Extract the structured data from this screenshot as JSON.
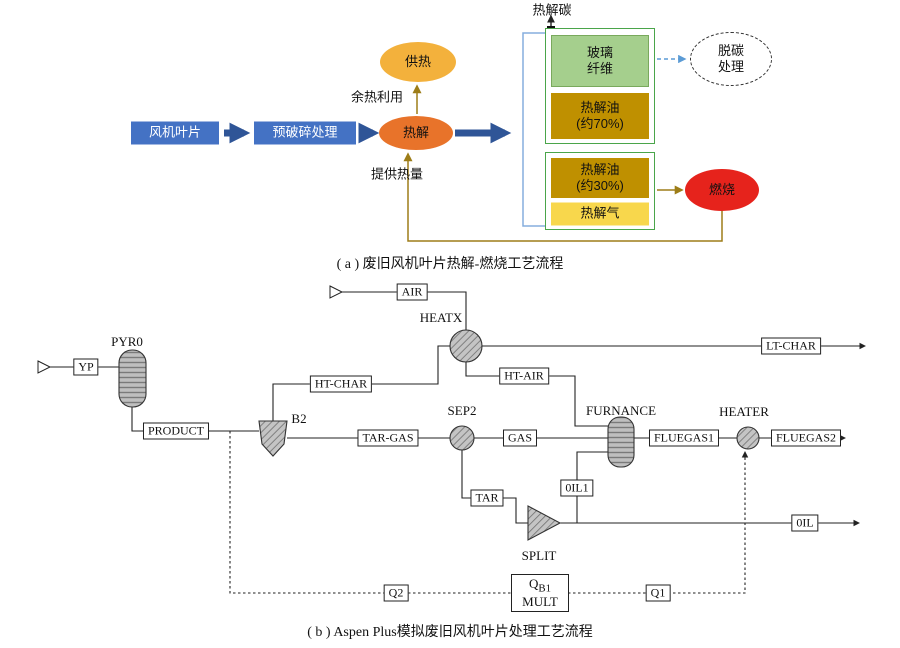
{
  "panel_a": {
    "caption": "( a ) 废旧风机叶片热解-燃烧工艺流程",
    "labels": {
      "pyro_carbon": "热解碳",
      "waste_heat": "余热利用",
      "provide_heat": "提供热量"
    },
    "nodes": {
      "blade": "风机叶片",
      "precrush": "预破碎处理",
      "pyrolysis": "热解",
      "heat_supply": "供热",
      "glass_fiber": "玻璃\n纤维",
      "oil70": "热解油\n(约70%)",
      "oil30": "热解油\n(约30%)",
      "pyro_gas": "热解气",
      "decarb": "脱碳\n处理",
      "combustion": "燃烧"
    },
    "colors": {
      "process_blue": "#4472c4",
      "arrow_blue": "#2f5597",
      "pyrolysis_orange": "#e8732a",
      "heat_gold": "#f3b13c",
      "combustion_red": "#e6231c",
      "oil_dark_yellow": "#bf9000",
      "gas_yellow": "#f8d74c",
      "fiber_green": "#a5cf8d",
      "container_green": "#4aa54a",
      "link_gold": "#9d7d18",
      "bracket_blue": "#85aede",
      "dashed_blue": "#5b9bd5"
    }
  },
  "panel_b": {
    "caption": "( b ) Aspen Plus模拟废旧风机叶片处理工艺流程",
    "blocks": {
      "pyr0": "PYR0",
      "b2": "B2",
      "heatx": "HEATX",
      "sep2": "SEP2",
      "furnance": "FURNANCE",
      "heater": "HEATER",
      "split": "SPLIT",
      "mult_q": "Q",
      "mult_q_sub": "B1",
      "mult": "MULT"
    },
    "streams": {
      "yp": "YP",
      "air": "AIR",
      "product": "PRODUCT",
      "ht_char": "HT-CHAR",
      "lt_char": "LT-CHAR",
      "tar_gas": "TAR-GAS",
      "ht_air": "HT-AIR",
      "gas": "GAS",
      "tar": "TAR",
      "oil1": "0IL1",
      "fluegas1": "FLUEGAS1",
      "fluegas2": "FLUEGAS2",
      "oil": "0IL",
      "q1": "Q1",
      "q2": "Q2"
    }
  }
}
